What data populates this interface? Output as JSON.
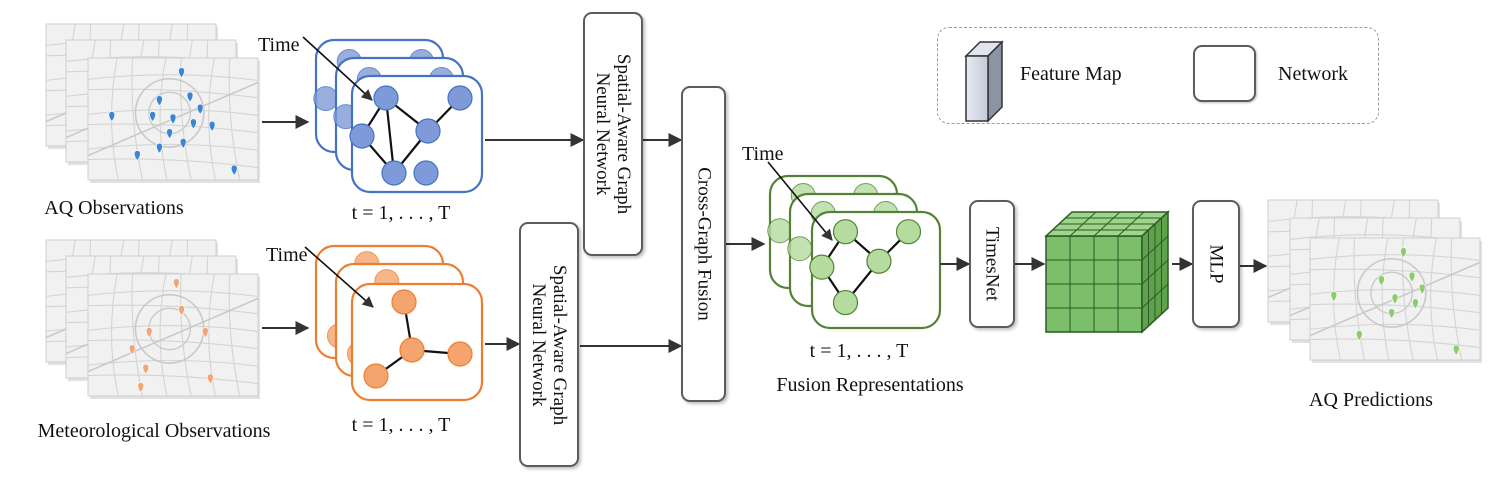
{
  "inputs": {
    "aq_label": "AQ Observations",
    "met_label": "Meteorological Observations"
  },
  "graph_stacks": {
    "aq_time": "Time",
    "aq_range": "t = 1, . . . , T",
    "met_time": "Time",
    "met_range": "t = 1, . . . , T",
    "fusion_time": "Time",
    "fusion_range": "t = 1, . . . , T",
    "fusion_label": "Fusion Representations"
  },
  "modules": {
    "sagnn_top": [
      "Spatial-Aware Graph",
      "Neural Network"
    ],
    "sagnn_bottom": [
      "Spatial-Aware Graph",
      "Neural Network"
    ],
    "cross_graph_fusion": "Cross-Graph Fusion",
    "timesnet": "TimesNet",
    "mlp": "MLP"
  },
  "output": {
    "label": "AQ Predictions"
  },
  "legend": {
    "feature_map": "Feature Map",
    "network": "Network"
  },
  "colors": {
    "aq_stroke": "#4472c4",
    "aq_node": "#7f9ad8",
    "met_stroke": "#ed7d31",
    "met_node": "#f4a46e",
    "fusion_stroke": "#548235",
    "fusion_node": "#b5dc9e",
    "cube_fill": "#7bbf6a",
    "aq_marker": "#3a86d6",
    "met_marker": "#f3a57a",
    "pred_marker": "#8ccb6e"
  }
}
